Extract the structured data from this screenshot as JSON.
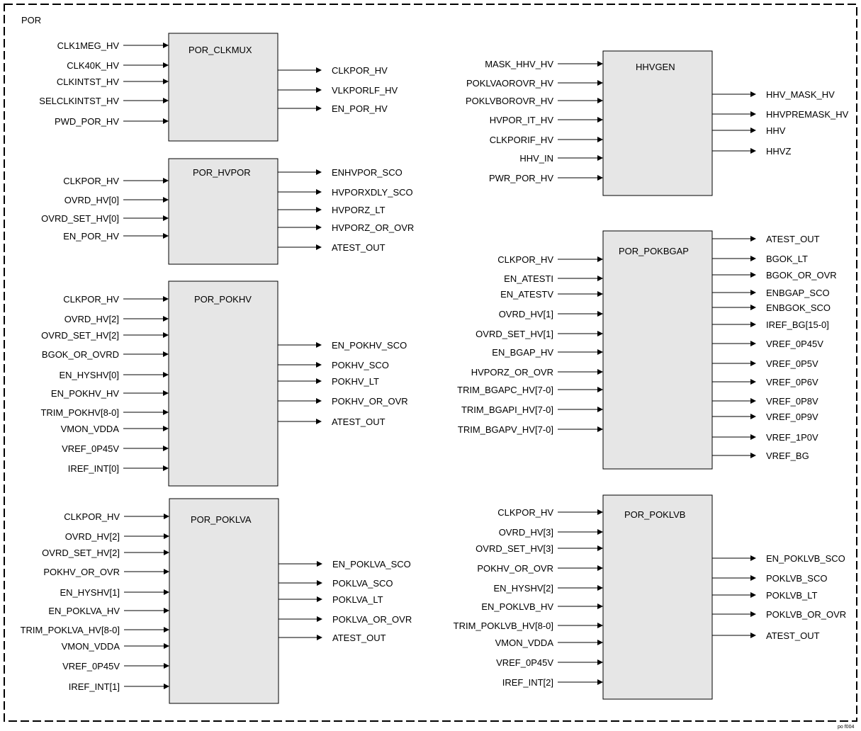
{
  "frame_label": "POR",
  "footnote": "po f004",
  "blocks": [
    {
      "id": "por-clkmux",
      "title": "POR_CLKMUX",
      "inputs": [
        "CLK1MEG_HV",
        "CLK40K_HV",
        "CLKINTST_HV",
        "SELCLKINTST_HV",
        "PWD_POR_HV"
      ],
      "outputs": [
        "CLKPOR_HV",
        "VLKPORLF_HV",
        "EN_POR_HV"
      ]
    },
    {
      "id": "por-hvpor",
      "title": "POR_HVPOR",
      "inputs": [
        "CLKPOR_HV",
        "OVRD_HV[0]",
        "OVRD_SET_HV[0]",
        "EN_POR_HV"
      ],
      "outputs": [
        "ENHVPOR_SCO",
        "HVPORXDLY_SCO",
        "HVPORZ_LT",
        "HVPORZ_OR_OVR",
        "ATEST_OUT"
      ]
    },
    {
      "id": "por-pokhv",
      "title": "POR_POKHV",
      "inputs": [
        "CLKPOR_HV",
        "OVRD_HV[2]",
        "OVRD_SET_HV[2]",
        "BGOK_OR_OVRD",
        "EN_HYSHV[0]",
        "EN_POKHV_HV",
        "TRIM_POKHV[8-0]",
        "VMON_VDDA",
        "VREF_0P45V",
        "IREF_INT[0]"
      ],
      "outputs": [
        "EN_POKHV_SCO",
        "POKHV_SCO",
        "POKHV_LT",
        "POKHV_OR_OVR",
        "ATEST_OUT"
      ]
    },
    {
      "id": "por-poklva",
      "title": "POR_POKLVA",
      "inputs": [
        "CLKPOR_HV",
        "OVRD_HV[2]",
        "OVRD_SET_HV[2]",
        "POKHV_OR_OVR",
        "EN_HYSHV[1]",
        "EN_POKLVA_HV",
        "TRIM_POKLVA_HV[8-0]",
        "VMON_VDDA",
        "VREF_0P45V",
        "IREF_INT[1]"
      ],
      "outputs": [
        "EN_POKLVA_SCO",
        "POKLVA_SCO",
        "POKLVA_LT",
        "POKLVA_OR_OVR",
        "ATEST_OUT"
      ]
    },
    {
      "id": "hhvgen",
      "title": "HHVGEN",
      "inputs": [
        "MASK_HHV_HV",
        "POKLVAOROVR_HV",
        "POKLVBOROVR_HV",
        "HVPOR_IT_HV",
        "CLKPORIF_HV",
        "HHV_IN",
        "PWR_POR_HV"
      ],
      "outputs": [
        "HHV_MASK_HV",
        "HHVPREMASK_HV",
        "HHV",
        "HHVZ"
      ]
    },
    {
      "id": "por-pokbgap",
      "title": "POR_POKBGAP",
      "inputs": [
        "CLKPOR_HV",
        "EN_ATESTI",
        "EN_ATESTV",
        "OVRD_HV[1]",
        "OVRD_SET_HV[1]",
        "EN_BGAP_HV",
        "HVPORZ_OR_OVR",
        "TRIM_BGAPC_HV[7-0]",
        "TRIM_BGAPI_HV[7-0]",
        "TRIM_BGAPV_HV[7-0]"
      ],
      "outputs": [
        "ATEST_OUT",
        "BGOK_LT",
        "BGOK_OR_OVR",
        "ENBGAP_SCO",
        "ENBGOK_SCO",
        "IREF_BG[15-0]",
        "VREF_0P45V",
        "VREF_0P5V",
        "VREF_0P6V",
        "VREF_0P8V",
        "VREF_0P9V",
        "VREF_1P0V",
        "VREF_BG"
      ]
    },
    {
      "id": "por-poklvb",
      "title": "POR_POKLVB",
      "inputs": [
        "CLKPOR_HV",
        "OVRD_HV[3]",
        "OVRD_SET_HV[3]",
        "POKHV_OR_OVR",
        "EN_HYSHV[2]",
        "EN_POKLVB_HV",
        "TRIM_POKLVB_HV[8-0]",
        "VMON_VDDA",
        "VREF_0P45V",
        "IREF_INT[2]"
      ],
      "outputs": [
        "EN_POKLVB_SCO",
        "POKLVB_SCO",
        "POKLVB_LT",
        "POKLVB_OR_OVR",
        "ATEST_OUT"
      ]
    }
  ]
}
